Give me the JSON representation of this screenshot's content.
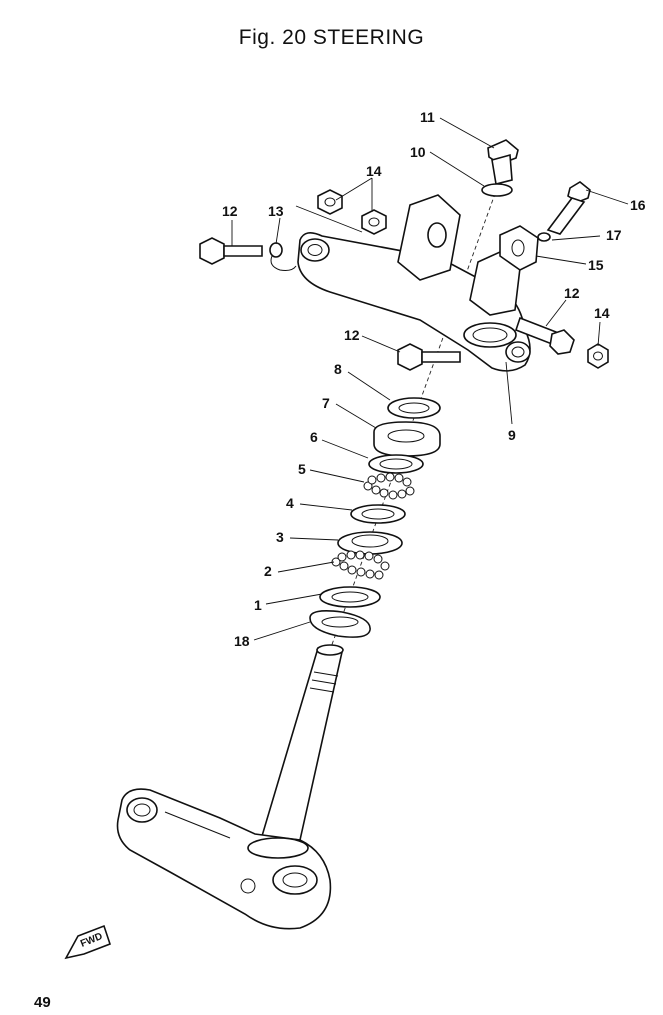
{
  "title": "Fig. 20 STEERING",
  "page_number": "49",
  "fwd_mark": "FWD",
  "part_labels": [
    "11",
    "10",
    "14",
    "16",
    "12",
    "13",
    "17",
    "15",
    "12",
    "14",
    "12",
    "8",
    "9",
    "7",
    "6",
    "5",
    "4",
    "3",
    "2",
    "1",
    "18"
  ]
}
